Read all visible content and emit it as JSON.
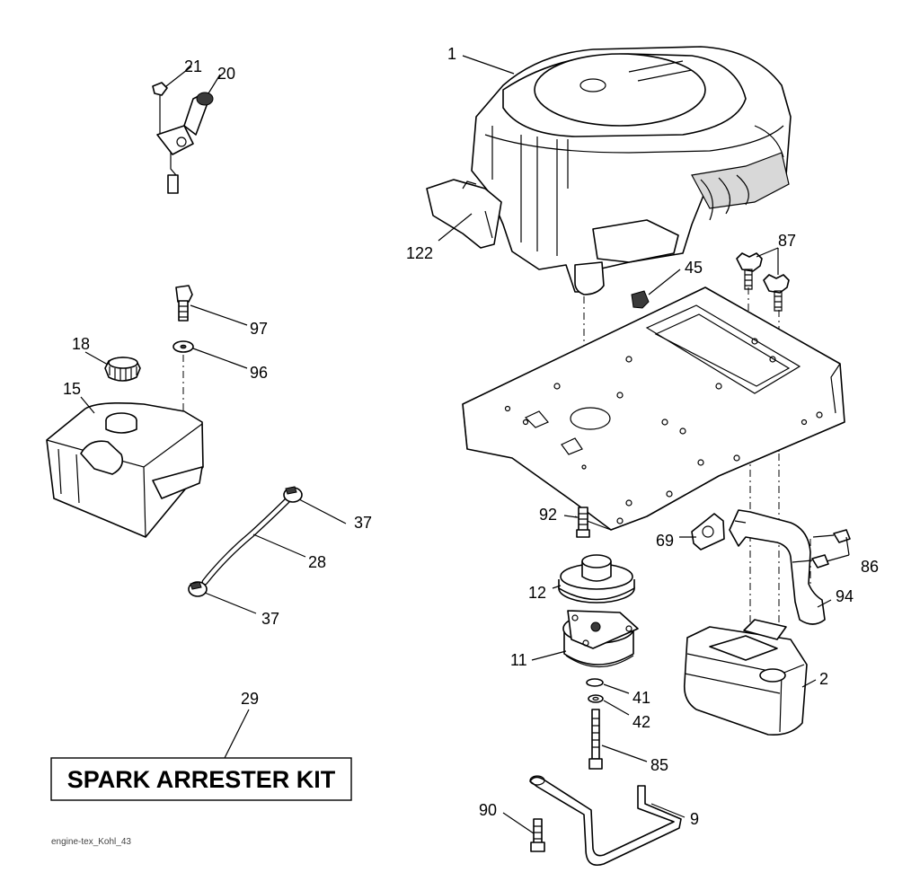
{
  "diagram_code": "engine-tex_Kohl_43",
  "kit_label": "SPARK ARRESTER KIT",
  "callouts": {
    "c1": "1",
    "c2": "2",
    "c9": "9",
    "c11": "11",
    "c12": "12",
    "c15": "15",
    "c18": "18",
    "c20": "20",
    "c21": "21",
    "c28": "28",
    "c29": "29",
    "c37a": "37",
    "c37b": "37",
    "c41": "41",
    "c42": "42",
    "c45": "45",
    "c69": "69",
    "c85": "85",
    "c86": "86",
    "c87": "87",
    "c90": "90",
    "c92": "92",
    "c94": "94",
    "c96": "96",
    "c97": "97",
    "c122": "122"
  }
}
